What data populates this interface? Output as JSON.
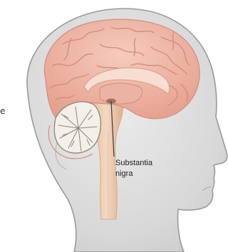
{
  "diagram": {
    "labels": {
      "line1": "Substantia",
      "line2": "nigra"
    },
    "stray_text": "e",
    "colors": {
      "head_fill": "#dcdcdc",
      "head_edge": "#e8e8e8",
      "head_outline": "#9a9a9a",
      "cortex": "#efb6a6",
      "cortex_dark": "#d99484",
      "cortex_light": "#f6d0c4",
      "cerebellum": "#f2efe9",
      "cerebellum_lines": "#8e8575",
      "brainstem": "#ecc9ae",
      "brainstem_dark": "#d9aa88",
      "pointer": "#3a3a3a"
    }
  }
}
